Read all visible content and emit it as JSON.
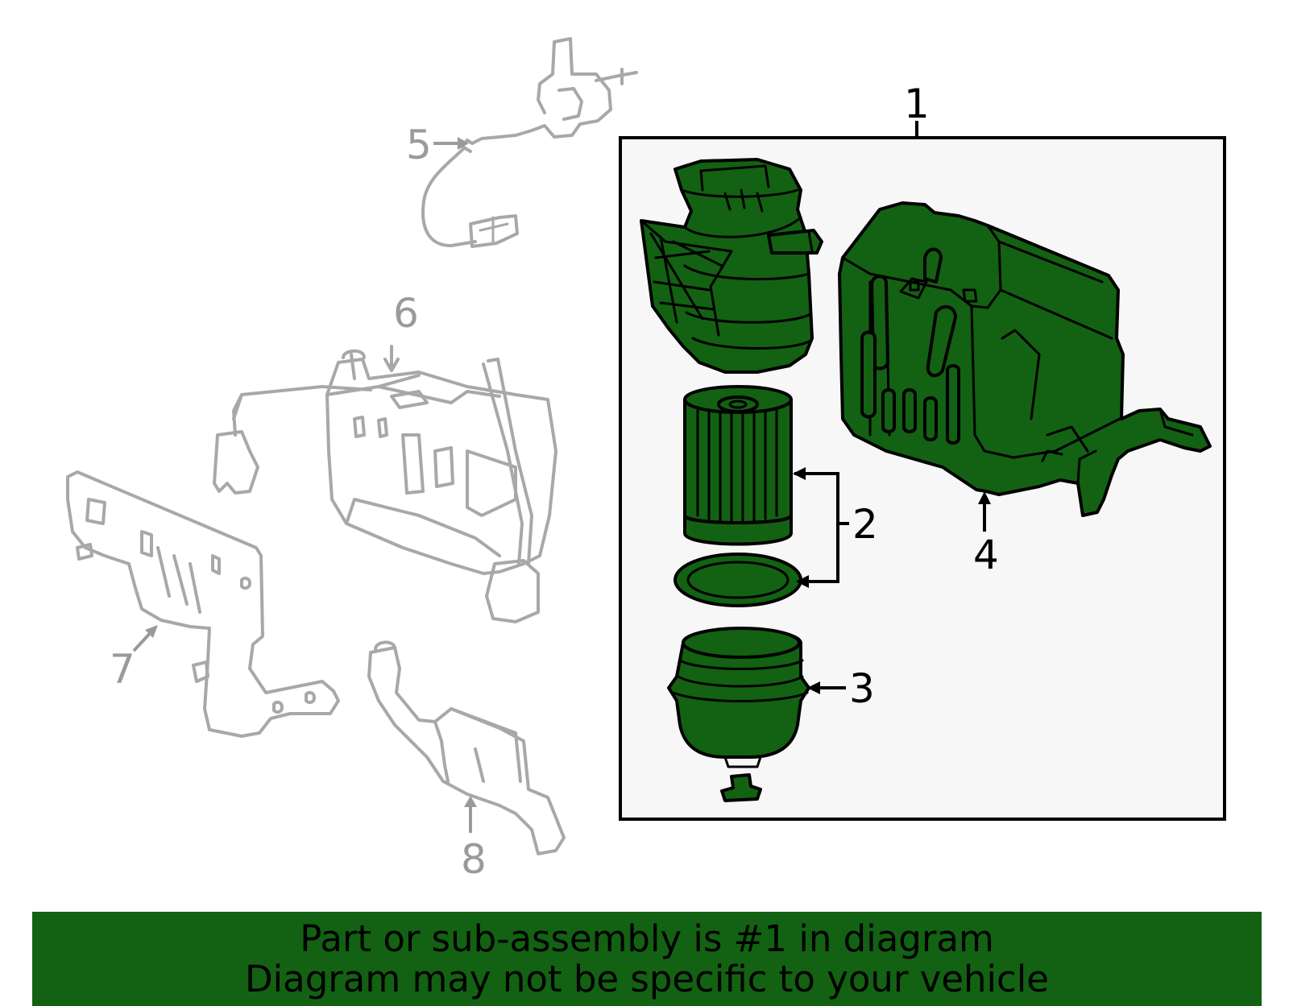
{
  "callouts": {
    "c1": "1",
    "c2": "2",
    "c3": "3",
    "c4": "4",
    "c5": "5",
    "c6": "6",
    "c7": "7",
    "c8": "8"
  },
  "banner": {
    "line1": "Part or sub-assembly is #1 in diagram",
    "line2": "Diagram may not be specific to your vehicle"
  },
  "colors": {
    "highlight_green": "#136112",
    "ghost_gray": "#a8a8a8",
    "box_background": "#f7f7f7"
  }
}
